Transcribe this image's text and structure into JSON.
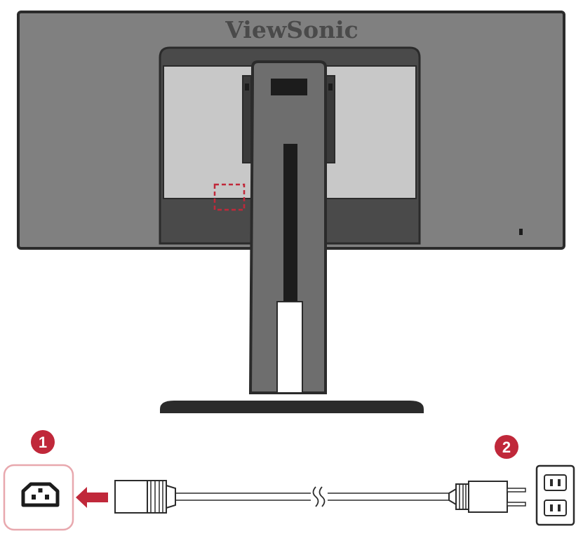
{
  "brand": {
    "name": "ViewSonic"
  },
  "steps": [
    {
      "number": "1"
    },
    {
      "number": "2"
    }
  ],
  "icons": {
    "power_inlet": "power-inlet-icon",
    "insert_arrow": "arrow-left-icon",
    "cord_break": "squiggle-break-icon",
    "wall_outlet": "wall-outlet-icon",
    "lock_slot": "kensington-lock-icon"
  },
  "colors": {
    "monitor_body": "#808080",
    "monitor_outline": "#2b2b2b",
    "panel_light": "#c8c8c8",
    "panel_dark": "#4a4a4a",
    "stand": "#6e6e6e",
    "accent_red": "#c0283a",
    "highlight_box": "#e8a8ae"
  }
}
